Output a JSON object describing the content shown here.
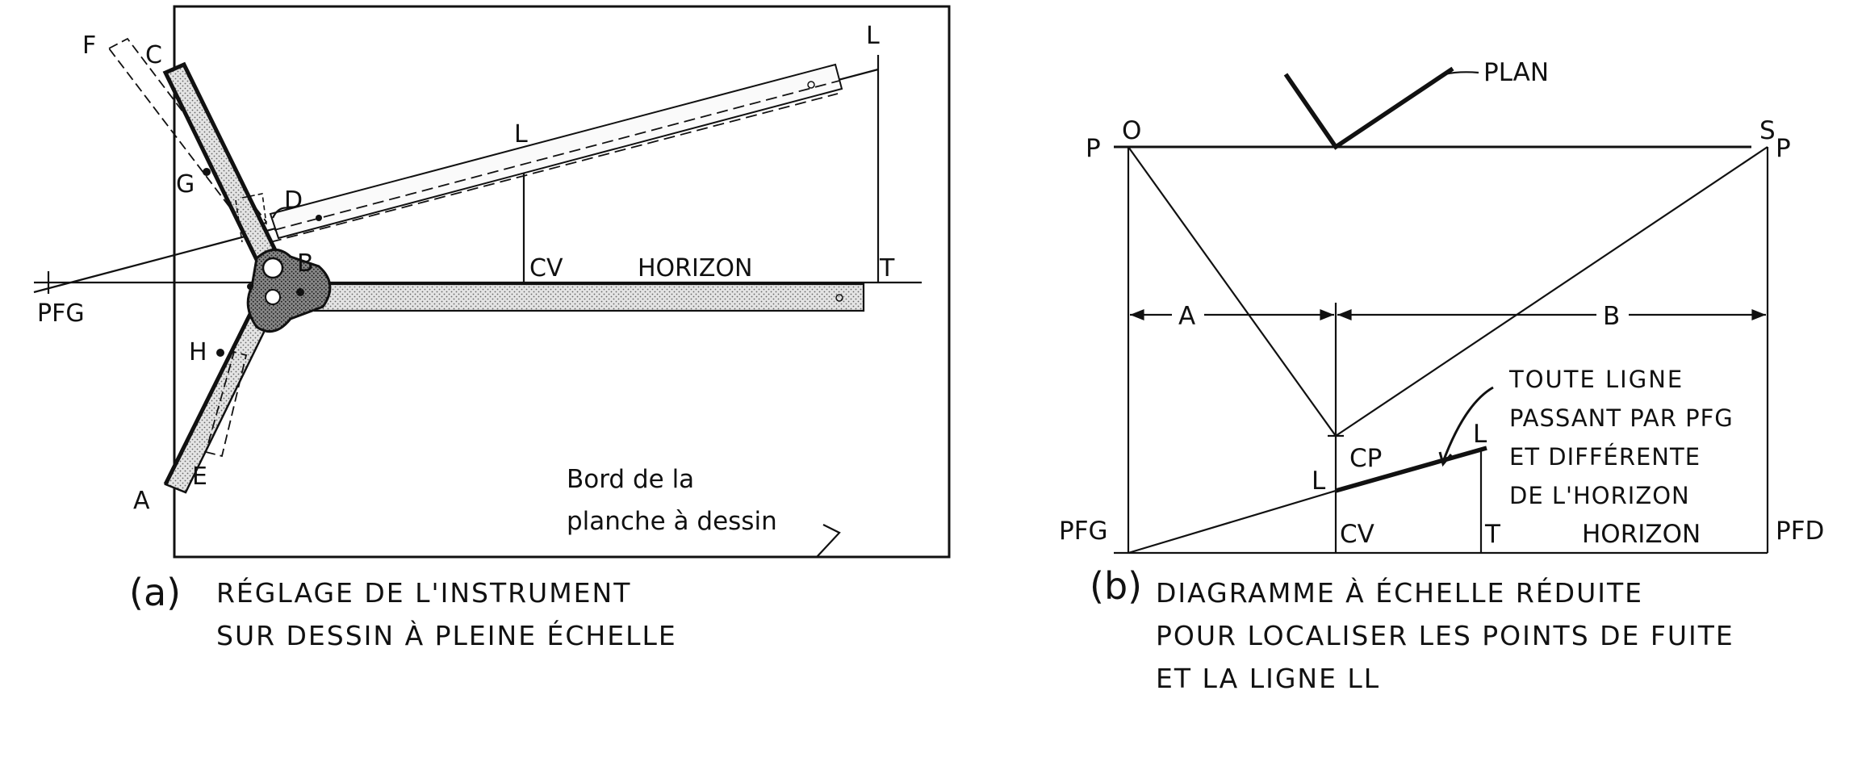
{
  "figure_a": {
    "labels": {
      "f": "F",
      "c": "C",
      "g": "G",
      "d": "D",
      "b": "B",
      "h": "H",
      "e": "E",
      "a": "A",
      "pfg": "PFG",
      "l_top": "L",
      "l_mid": "L",
      "cv": "CV",
      "horizon": "HORIZON",
      "t": "T"
    },
    "board_edge_line1": "Bord de la",
    "board_edge_line2": "planche à dessin",
    "caption_marker": "(a)",
    "caption_line1": "RÉGLAGE DE L'INSTRUMENT",
    "caption_line2": "SUR DESSIN À PLEINE ÉCHELLE"
  },
  "figure_b": {
    "labels": {
      "plan": "PLAN",
      "p_left": "P",
      "o": "O",
      "s": "S",
      "p_right": "P",
      "a": "A",
      "b": "B",
      "cp": "CP",
      "l_left": "L",
      "l_right": "L",
      "pfg": "PFG",
      "cv": "CV",
      "t": "T",
      "horizon": "HORIZON",
      "pfd": "PFD"
    },
    "note_line1": "TOUTE LIGNE",
    "note_line2": "PASSANT PAR PFG",
    "note_line3": "ET DIFFÉRENTE",
    "note_line4": "DE L'HORIZON",
    "caption_marker": "(b)",
    "caption_line1": "DIAGRAMME À ÉCHELLE RÉDUITE",
    "caption_line2": "POUR LOCALISER LES POINTS DE FUITE",
    "caption_line3": "ET LA LIGNE LL"
  }
}
